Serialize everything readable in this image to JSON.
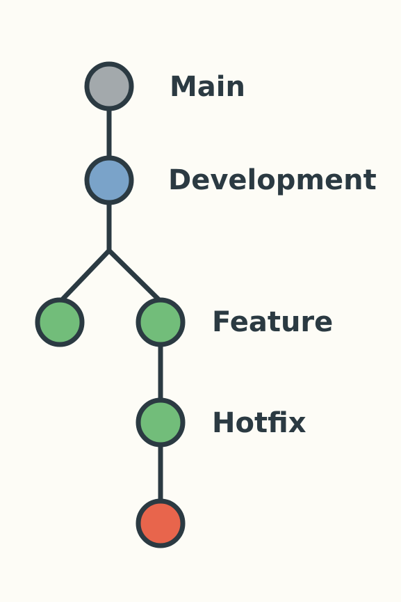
{
  "diagram": {
    "labels": {
      "main": "Main",
      "development": "Development",
      "feature": "Feature",
      "hotfix": "Hotfix"
    },
    "colors": {
      "background": "#fdfcf6",
      "stroke": "#2b3a42",
      "main_node": "#a3a9ac",
      "development_node": "#7aa3c9",
      "feature_node": "#72bd7a",
      "hotfix_node": "#72bd7a",
      "terminal_node": "#e8654c"
    }
  }
}
